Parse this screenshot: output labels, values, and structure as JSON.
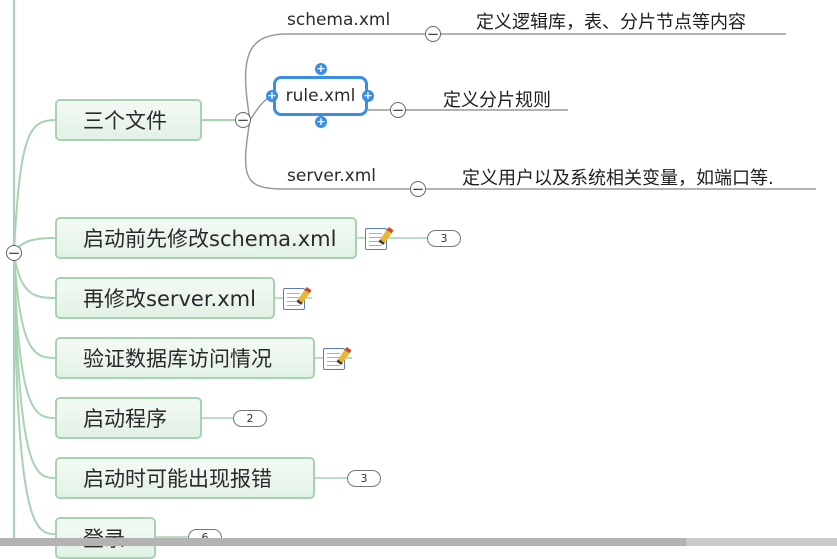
{
  "root": {
    "collapse_symbol": "−"
  },
  "topics": [
    {
      "label": "三个文件",
      "collapse_symbol": "−"
    },
    {
      "label": "启动前先修改schema.xml",
      "badge": "3",
      "has_note": true
    },
    {
      "label": "再修改server.xml",
      "has_note": true
    },
    {
      "label": "验证数据库访问情况",
      "has_note": true
    },
    {
      "label": "启动程序",
      "badge": "2"
    },
    {
      "label": "启动时可能出现报错",
      "badge": "3"
    },
    {
      "label": "登录",
      "badge": "6"
    }
  ],
  "files": [
    {
      "name": "schema.xml",
      "collapse_symbol": "−",
      "description": "定义逻辑库，表、分片节点等内容"
    },
    {
      "name": "rule.xml",
      "collapse_symbol": "−",
      "description": "定义分片规则",
      "selected": true
    },
    {
      "name": "server.xml",
      "collapse_symbol": "−",
      "description": "定义用户以及系统相关变量，如端口等."
    }
  ],
  "colors": {
    "branch": "#a7d3b3",
    "subline": "#9a9a9a",
    "selection": "#3a8ee6"
  },
  "icons": {
    "note": "note-pencil-icon",
    "collapse": "minus-icon",
    "handle": "plus-icon"
  }
}
